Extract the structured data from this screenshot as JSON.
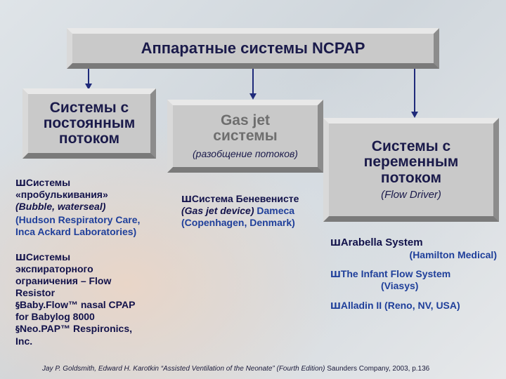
{
  "title": "Аппаратные системы NCPAP",
  "boxes": {
    "left": {
      "header": [
        "Системы с",
        "постоянным",
        "потоком"
      ]
    },
    "middle": {
      "header": [
        "Gas jet",
        "системы"
      ],
      "subtitle": "(разобщение потоков)"
    },
    "right": {
      "header": [
        "Системы с",
        "переменным",
        "потоком"
      ],
      "subtitle": "(Flow Driver)"
    }
  },
  "left_list": {
    "item1": {
      "bullet": "Ш",
      "lines": [
        "Системы",
        "«пробулькивания»",
        "(Bubble, waterseal)"
      ],
      "makers": [
        "(Hudson Respiratory Care,",
        "Inca Ackard Laboratories)"
      ]
    },
    "item2": {
      "bullet": "Ш",
      "lines": [
        "Системы",
        "экспираторного",
        "ограничения – Flow",
        "Resistor"
      ]
    },
    "sub1": {
      "bullet": "§",
      "lines": [
        "Baby.Flow™ nasal CPAP",
        "for Babylog 8000"
      ]
    },
    "sub2": {
      "bullet": "§",
      "lines": [
        "Neo.PAP™ Respironics,",
        "Inc."
      ]
    }
  },
  "middle_list": {
    "bullet": "Ш",
    "line1": "Система Беневенисте",
    "line2_it": "(Gas jet device)",
    "line2_rest": "Dameca",
    "line3": "(Copenhagen, Denmark)"
  },
  "right_list": [
    {
      "bullet": "Ш",
      "name": "Arabella System",
      "maker": "(Hamilton Medical)"
    },
    {
      "bullet": "Ш",
      "name": "The Infant Flow System",
      "maker": "(Viasys)"
    },
    {
      "bullet": "Ш",
      "name": "Alladin II (Reno, NV, USA)",
      "maker": ""
    }
  ],
  "footer": {
    "citation": "Jay P. Goldsmith, Edward H. Karotkin “Assisted Ventilation of the Neonate” (Fourth Edition)",
    "publisher": "Saunders Company, 2003, p.136"
  },
  "colors": {
    "accent": "#1f2a7a",
    "text": "#12124a",
    "box": "#c9c9c9"
  }
}
